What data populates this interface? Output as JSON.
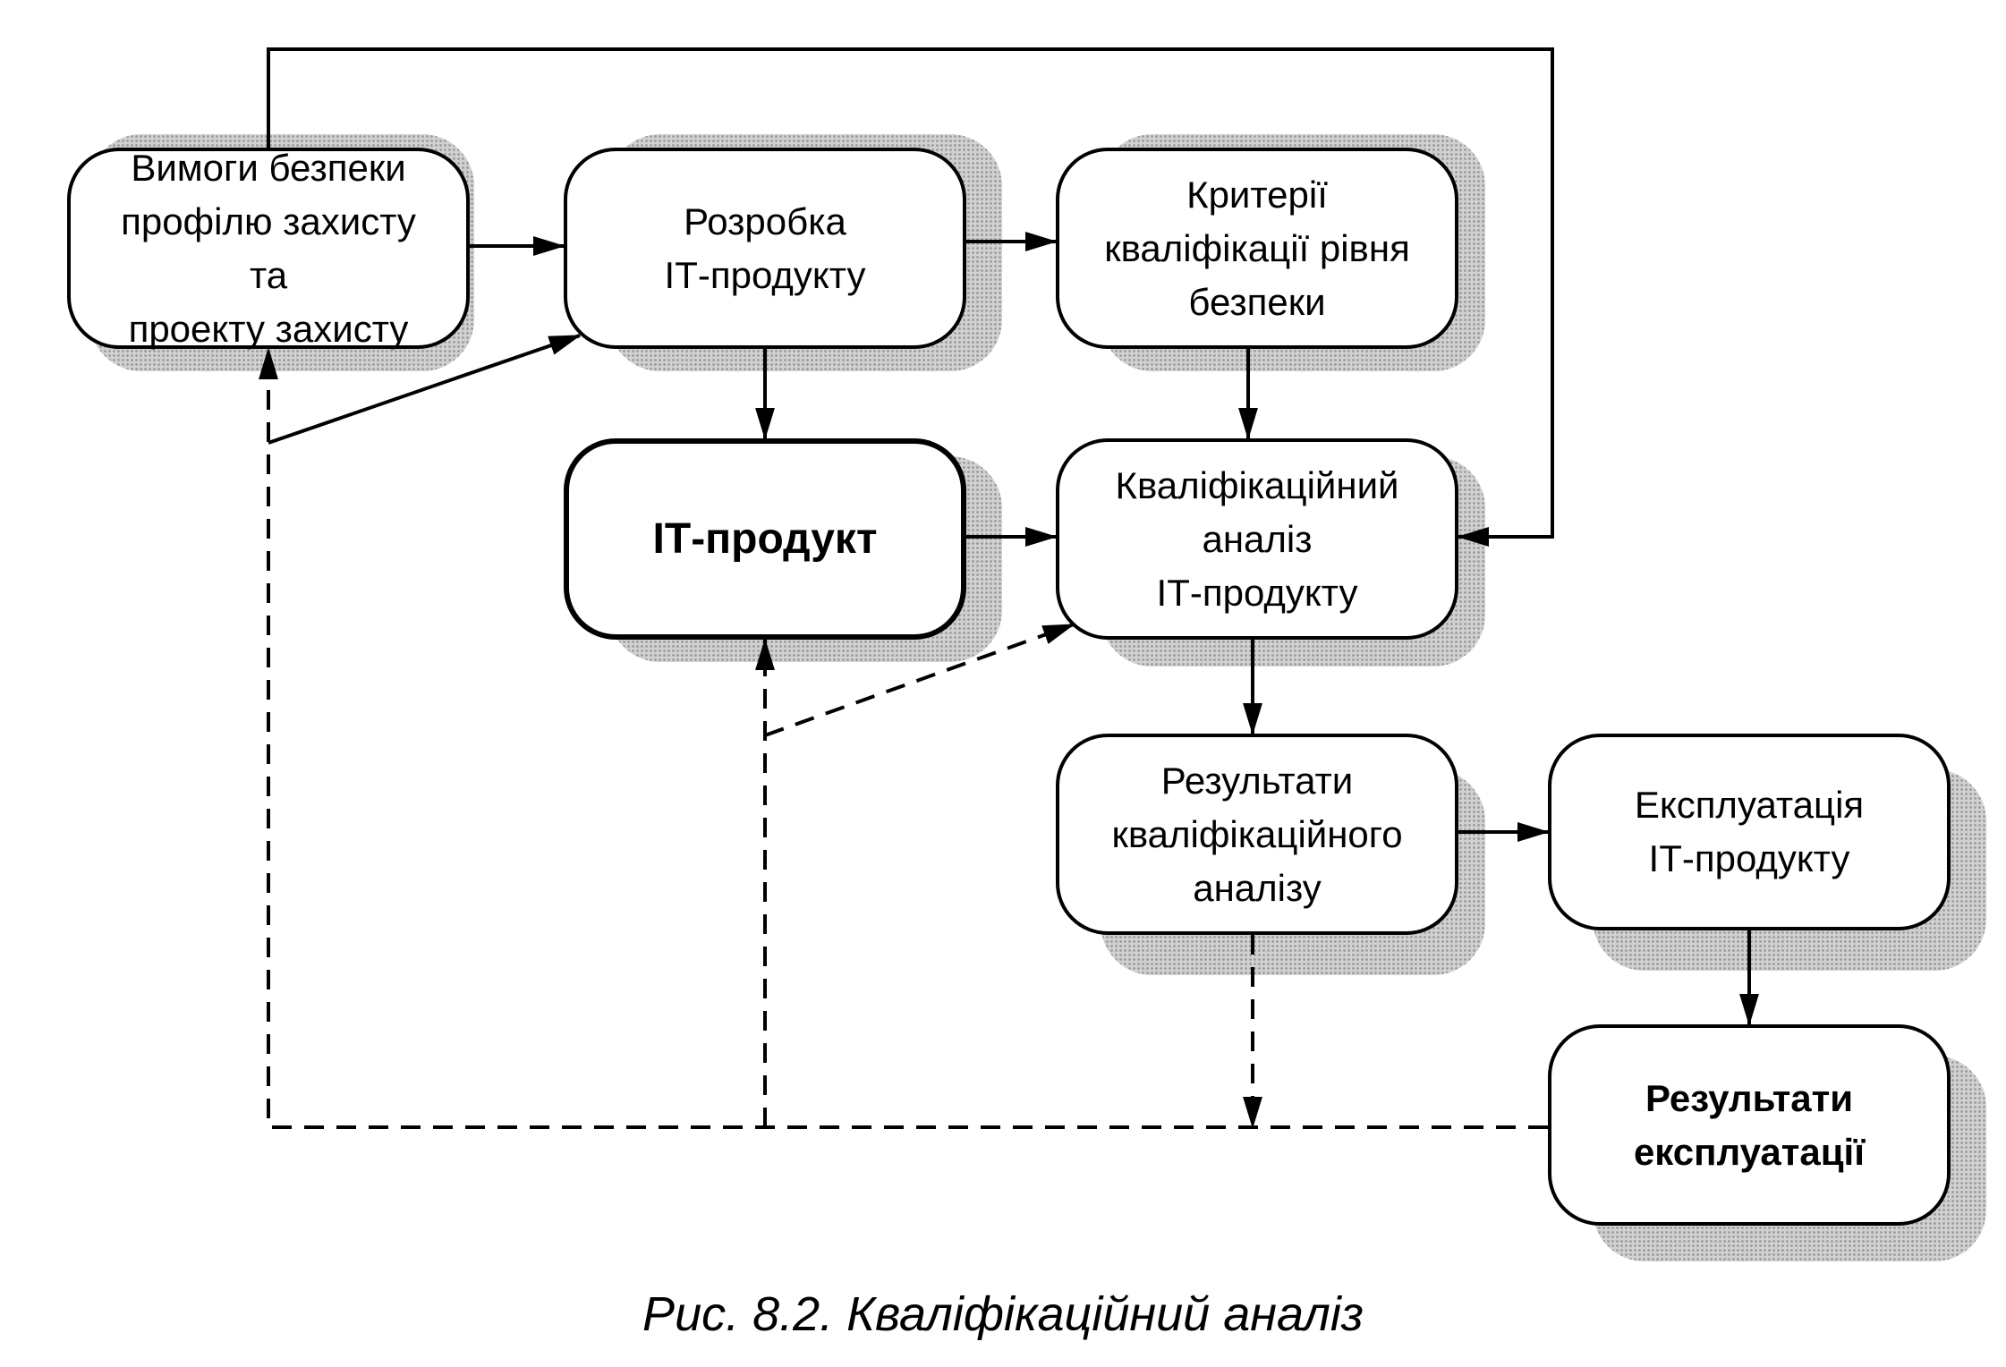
{
  "nodes": {
    "security_requirements": "Вимоги безпеки\nпрофілю захисту\nта\nпроекту захисту",
    "product_development": "Розробка\nІТ-продукту",
    "qualification_criteria": "Критерії\nкваліфікації рівня\nбезпеки",
    "it_product": "ІТ-продукт",
    "qualification_analysis": "Кваліфікаційний\nаналіз\nІТ-продукту",
    "analysis_results": "Результати\nкваліфікаційного\nаналізу",
    "product_operation": "Експлуатація\nІТ-продукту",
    "operation_results": "Результати\nексплуатації"
  },
  "caption": "Рис. 8.2. Кваліфікаційний аналіз",
  "colors": {
    "line": "#000000",
    "shadow": "#c9c9c9",
    "background": "#ffffff"
  }
}
